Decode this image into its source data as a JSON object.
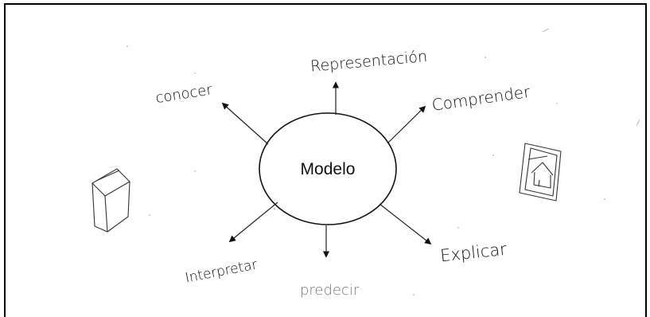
{
  "diagram": {
    "center": {
      "label": "Modelo"
    },
    "branches": [
      {
        "id": "representacion",
        "label": "Representación"
      },
      {
        "id": "comprender",
        "label": "Comprender"
      },
      {
        "id": "explicar",
        "label": "Explicar"
      },
      {
        "id": "predecir",
        "label": "predecir"
      },
      {
        "id": "interpretar",
        "label": "Interpretar"
      },
      {
        "id": "conocer",
        "label": "conocer"
      }
    ],
    "sketches": [
      {
        "id": "cube",
        "icon": "cube-sketch-icon"
      },
      {
        "id": "house-frame",
        "icon": "framed-house-sketch-icon"
      }
    ]
  }
}
